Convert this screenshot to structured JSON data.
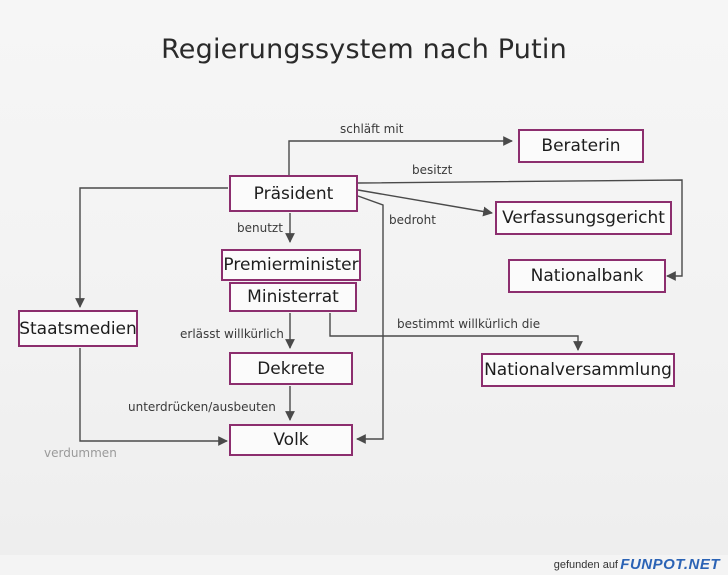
{
  "title": "Regierungssystem nach Putin",
  "nodes": {
    "praesident": "Präsident",
    "beraterin": "Beraterin",
    "verfassungsgericht": "Verfassungsgericht",
    "nationalbank": "Nationalbank",
    "premierminister": "Premierminister",
    "ministerrat": "Ministerrat",
    "staatsmedien": "Staatsmedien",
    "dekrete": "Dekrete",
    "nationalversammlung": "Nationalversammlung",
    "volk": "Volk"
  },
  "edges": {
    "schlaeft_mit": "schläft mit",
    "besitzt": "besitzt",
    "bedroht": "bedroht",
    "benutzt": "benutzt",
    "erlaesst": "erlässt willkürlich",
    "bestimmt": "bestimmt willkürlich die",
    "unterdruecken": "unterdrücken/ausbeuten",
    "verdummen": "verdummen"
  },
  "colors": {
    "box_border": "#8c2e6e",
    "arrow": "#4a4a4a"
  },
  "footer": {
    "text": "gefunden auf",
    "logo": "FUNPOT.NET"
  }
}
